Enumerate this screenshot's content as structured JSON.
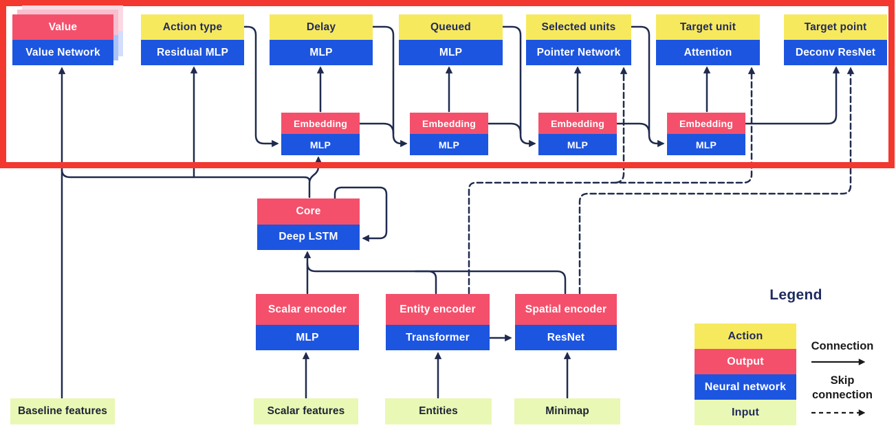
{
  "heads": [
    {
      "output": "Value",
      "network": "Value Network"
    },
    {
      "output": "Action type",
      "network": "Residual MLP"
    },
    {
      "output": "Delay",
      "network": "MLP"
    },
    {
      "output": "Queued",
      "network": "MLP"
    },
    {
      "output": "Selected units",
      "network": "Pointer Network"
    },
    {
      "output": "Target unit",
      "network": "Attention"
    },
    {
      "output": "Target point",
      "network": "Deconv ResNet"
    }
  ],
  "embeddings": [
    {
      "output": "Embedding",
      "network": "MLP"
    },
    {
      "output": "Embedding",
      "network": "MLP"
    },
    {
      "output": "Embedding",
      "network": "MLP"
    },
    {
      "output": "Embedding",
      "network": "MLP"
    }
  ],
  "core": {
    "output": "Core",
    "network": "Deep LSTM"
  },
  "encoders": [
    {
      "output": "Scalar encoder",
      "network": "MLP"
    },
    {
      "output": "Entity encoder",
      "network": "Transformer"
    },
    {
      "output": "Spatial encoder",
      "network": "ResNet"
    }
  ],
  "inputs": [
    {
      "label": "Baseline features"
    },
    {
      "label": "Scalar features"
    },
    {
      "label": "Entities"
    },
    {
      "label": "Minimap"
    }
  ],
  "legend": {
    "title": "Legend",
    "items": [
      {
        "label": "Action",
        "color": "#F7E95D"
      },
      {
        "label": "Output",
        "color": "#F4506C"
      },
      {
        "label": "Neural network",
        "color": "#1C55E0"
      },
      {
        "label": "Input",
        "color": "#E9F8B4"
      }
    ],
    "connection": "Connection",
    "skip": "Skip connection"
  },
  "colors": {
    "action": "#F7E95D",
    "output": "#F4506C",
    "network": "#1C55E0",
    "input": "#E9F8B4",
    "line": "#1F2A4E",
    "highlight_border": "#F2382F"
  }
}
